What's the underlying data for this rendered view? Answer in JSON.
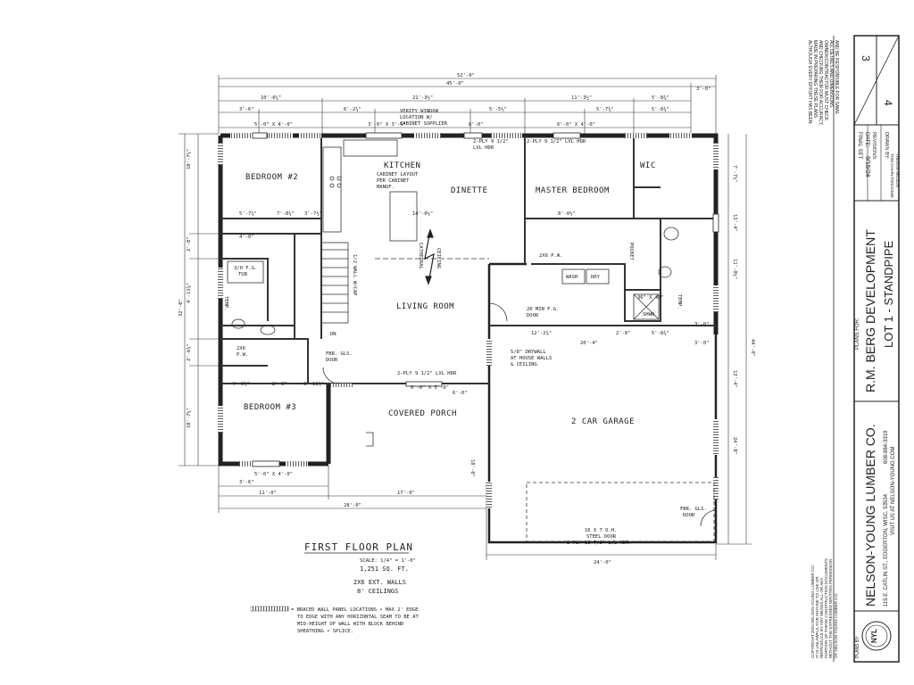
{
  "rooms": {
    "bedroom2": "BEDROOM #2",
    "bedroom3": "BEDROOM #3",
    "kitchen": "KITCHEN",
    "dinette": "DINETTE",
    "master": "MASTER BEDROOM",
    "wic": "WIC",
    "living": "LIVING ROOM",
    "porch": "COVERED PORCH",
    "garage": "2 CAR GARAGE"
  },
  "notes": {
    "verify_window": [
      "VERIFY WINDOW",
      "LOCATION W/",
      "CABINET SUPPLIER"
    ],
    "cabinet_layout": [
      "CABINET LAYOUT",
      "PER CABINET",
      "MANUF."
    ],
    "header_2ply_1": [
      "2-PLY 9 1/2\"",
      "LVL HDR"
    ],
    "header_master": "2-PLY 9 1/2\" LVL HDR",
    "cathedral": [
      "CATHEDRAL",
      "CEILING"
    ],
    "half_wall": "1/2 WALL W/CAP",
    "tub": [
      "3/0 F.G.",
      "TUB"
    ],
    "temp": "TEMP.",
    "pantry": [
      "2X6",
      "P.W."
    ],
    "fbr_door_1": [
      "FBR. GLS.",
      "DOOR"
    ],
    "header_living": "2-PLY 9 1/2\" LVL HDR",
    "drywall": [
      "5/8\" DRYWALL",
      "AT HOUSE WALLS",
      "& CEILING"
    ],
    "fire_door": [
      "20 MIN F.G.",
      "DOOR"
    ],
    "wash": "WASH",
    "dry": "DRY",
    "pw_laundry": "2X6 P.W.",
    "pocket": "POCKET",
    "shower": "36\" X 48\"",
    "shwr": "SHWR",
    "temp2": "TEMP.",
    "dn": "DN",
    "fbr_door_2": [
      "FBR. GLS.",
      "DOOR"
    ],
    "garage_door": [
      "16 X 7 O.H.",
      "STEEL DOOR",
      "2-PLY 11 7/8\" LVL HDR"
    ]
  },
  "dims": {
    "overall_top_1": "52'-0\"",
    "overall_top_2": "45'-0\"",
    "overall_top_3": "3'-0\"",
    "seg_1": "10'-6¼\"",
    "seg_2": "21'-3½\"",
    "seg_3": "11'-3½\"",
    "seg_4": "5'-8¾\"",
    "win_1": "3'-6\"",
    "win_2": "6'-2¾\"",
    "win_3": "5'-5½\"",
    "win_4": "6'-0\"",
    "win_5": "5'-7¾\"",
    "win_6": "5'-8¾\"",
    "openings_1": "5'-0\" X 4'-0\"",
    "openings_2": "3'-0\" X 3'-6\"",
    "openings_3": "6'-0\"",
    "openings_4": "6'-0\" X 4'-0\"",
    "left_1": "10'-7¼\"",
    "left_2": "2'-8\"",
    "left_3": "4'-11¾\"",
    "left_4": "2'-6¾\"",
    "left_5": "10'-7¼\"",
    "left_overall": "32'-0\"",
    "right_1": "7'-7½\"",
    "right_2": "13'-4\"",
    "right_3": "11'-8½\"",
    "right_overall": "44'-0\"",
    "right_g1": "3'-0\"",
    "right_g2": "12'-4\"",
    "right_g3": "24'-8\"",
    "bot_1": "3'-6\"",
    "bot_2": "11'-0\"",
    "bot_3": "17'-0\"",
    "bot_overall": "28'-0\"",
    "bot_garage": "24'-0\"",
    "porch_window": "6'-0\" X 5'-0\"",
    "porch_6": "6'-0\"",
    "garage_20": "20'-4\"",
    "garage_12": "12'-2¾\"",
    "garage_2": "2'-8\"",
    "garage_5": "5'-8¾\"",
    "garage_3": "3'-0\"",
    "garage_18": "18'-0\"",
    "win_b3": "5'-0\" X 4'-0\"",
    "dim_14": "14'-0½\"",
    "dim_8": "8'-0½\"",
    "dim_5_7": "5'-7¾\"",
    "dim_7_8": "7'-8¾\"",
    "dim_3_7": "3'-7½\"",
    "dim_4_0": "4'-0\"",
    "dim_4_9": "4'-9¾\"",
    "dim_2_3": "2'-3\"",
    "dim_3_11": "3'-11¾\""
  },
  "plan_title": "FIRST FLOOR PLAN",
  "scale": "SCALE: 1/4\" = 1'-0\"",
  "sqft": "1,251 SQ. FT.",
  "walls": "2X6 EXT. WALLS",
  "ceilings": "8' CEILINGS",
  "legend_lines": [
    "= BRACED WALL PANEL LOCATIONS • MAX 2' EDGE",
    "TO EDGE WITH ANY HORIZONTAL SEAM TO BE AT",
    "MID-HEIGHT OF WALL WITH BLOCK BEHIND",
    "SHEATHING • SPLICE."
  ],
  "title_block": {
    "disclaimer": [
      "ALTHOUGH EVERY EFFORT HAS BEEN",
      "MADE IN PREPARING THESE PLANS",
      "AND CHECKING THEM FOR ACCURACY,",
      "OWNER/CONTRACTOR MUST CHECK",
      "ALL DETAILS AND DIMENSIONS",
      "AND BE RESPONSIBLE FOR SAME"
    ],
    "sheet_num": "3",
    "sheet_total": "4",
    "final_set": "FINAL SET",
    "date_label": "DATE:",
    "date": "9/15/24",
    "revisions_label": "REVISIONS:",
    "drawn_label": "DRAWN BY:",
    "drawn_by": [
      "TOM CHARLTON/JAMIE",
      "TREVOR WILSON"
    ],
    "plans_for": "PLANS FOR:",
    "client": "R.M. BERG DEVELOPMENT",
    "project": "LOT 1 - STANDPIPE",
    "company": "NELSON-YOUNG LUMBER CO.",
    "address": "115 E. CATLIN ST., EDGERTON, WISC. 53534",
    "phone": "608-884-3319",
    "web": "VISIT US AT NELSON-YOUNG.COM",
    "copyright": [
      "COPYRIGHT 2024 NELSON-YOUNG LUMBER CO.",
      "IT IS UNLAWFUL FOR ANYONE TO USE OR",
      "REPRODUCE BY ANY MEANS ALL OR ANY",
      "PORTION OF THESE CONSTRUCTION DOCUMENTS",
      "WITHOUT THE EXPRESSED WRITTEN PERMISSION",
      "OF NELSON-YOUNG LUMBER CO."
    ],
    "plans_by": "PLANS BY:",
    "logo_text": "NYL"
  }
}
